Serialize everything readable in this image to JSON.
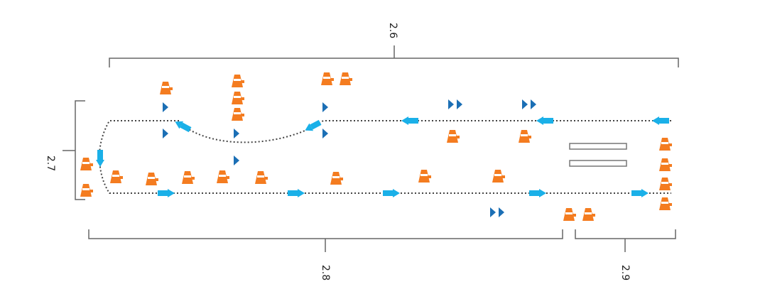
{
  "labels": {
    "top": "2.6",
    "left": "2.7",
    "bottom_main": "2.8",
    "bottom_right": "2.9"
  },
  "colors": {
    "cone": "#f47c20",
    "arrow": "#1ab0e8",
    "chevron": "#1b6fb5",
    "line": "#666666",
    "path": "#444444"
  },
  "icons": [
    "traffic-cone-icon",
    "flow-arrow-icon",
    "chevron-icon",
    "road-marking"
  ]
}
